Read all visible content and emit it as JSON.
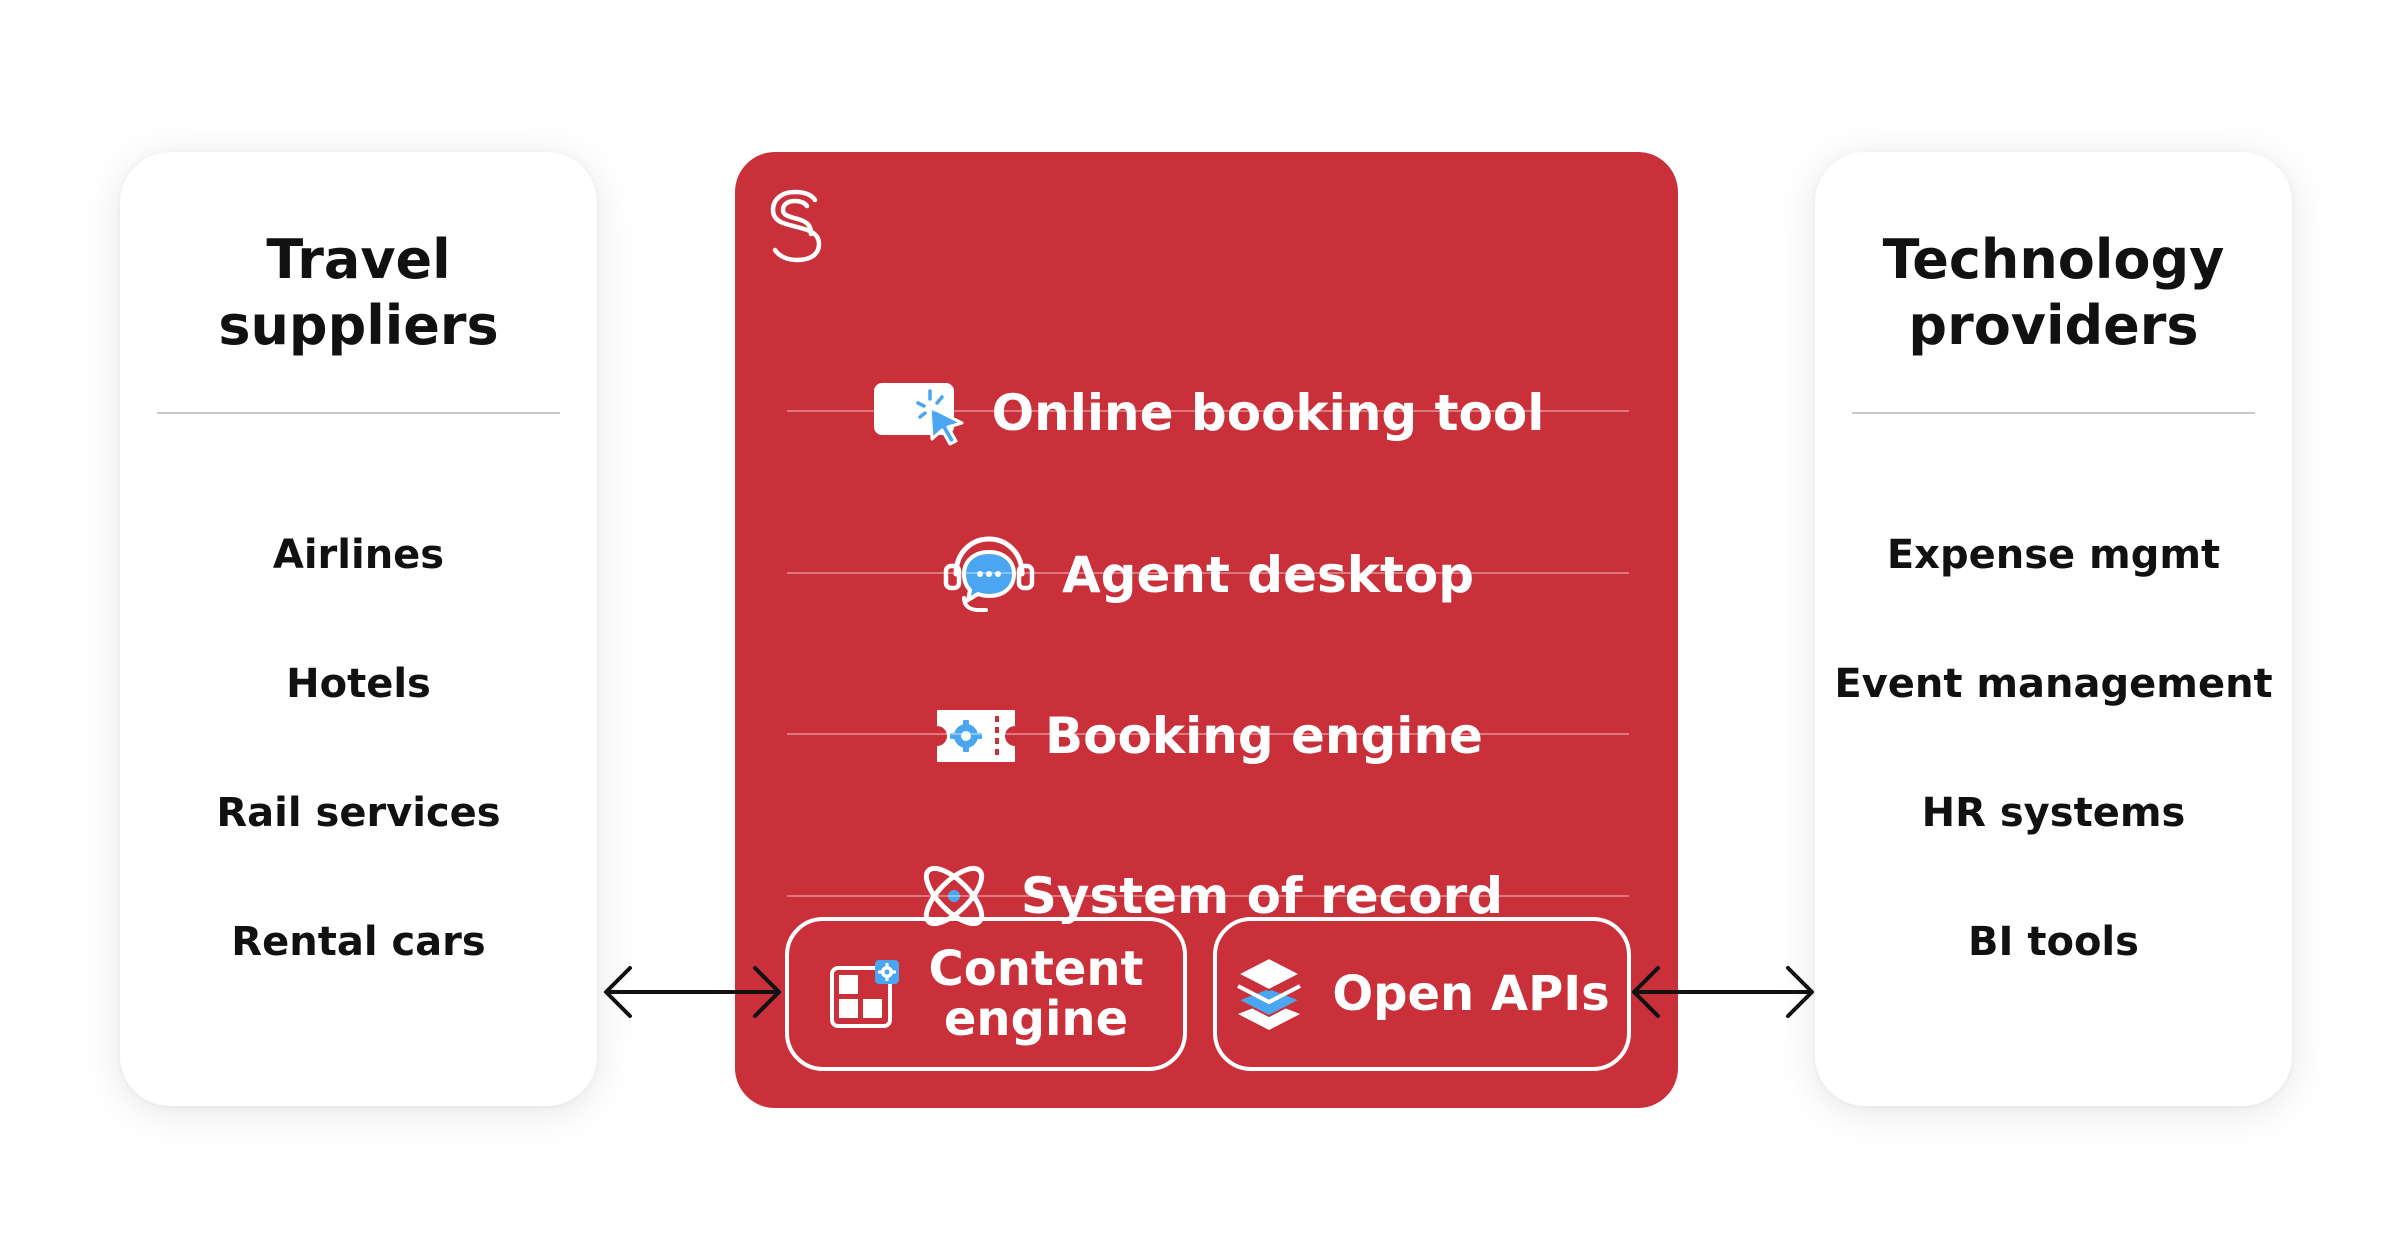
{
  "left_panel": {
    "title": "Travel\nsuppliers",
    "items": [
      "Airlines",
      "Hotels",
      "Rail services",
      "Rental cars"
    ]
  },
  "center_panel": {
    "logo_icon": "sabre-s-logo-icon",
    "rows": [
      {
        "label": "Online booking tool",
        "icon": "cursor-click-screen-icon"
      },
      {
        "label": "Agent desktop",
        "icon": "headset-chat-icon"
      },
      {
        "label": "Booking engine",
        "icon": "ticket-gear-icon"
      },
      {
        "label": "System of record",
        "icon": "atom-orbit-icon"
      }
    ],
    "bottom": [
      {
        "label": "Content\nengine",
        "icon": "grid-gear-icon"
      },
      {
        "label": "Open APIs",
        "icon": "layers-stack-icon"
      }
    ]
  },
  "right_panel": {
    "title": "Technology\nproviders",
    "items": [
      "Expense mgmt",
      "Event management",
      "HR systems",
      "BI tools"
    ]
  },
  "colors": {
    "brand_red": "#c9303a",
    "accent_blue": "#4aa6f0",
    "text_dark": "#111111",
    "card_bg": "#ffffff"
  }
}
